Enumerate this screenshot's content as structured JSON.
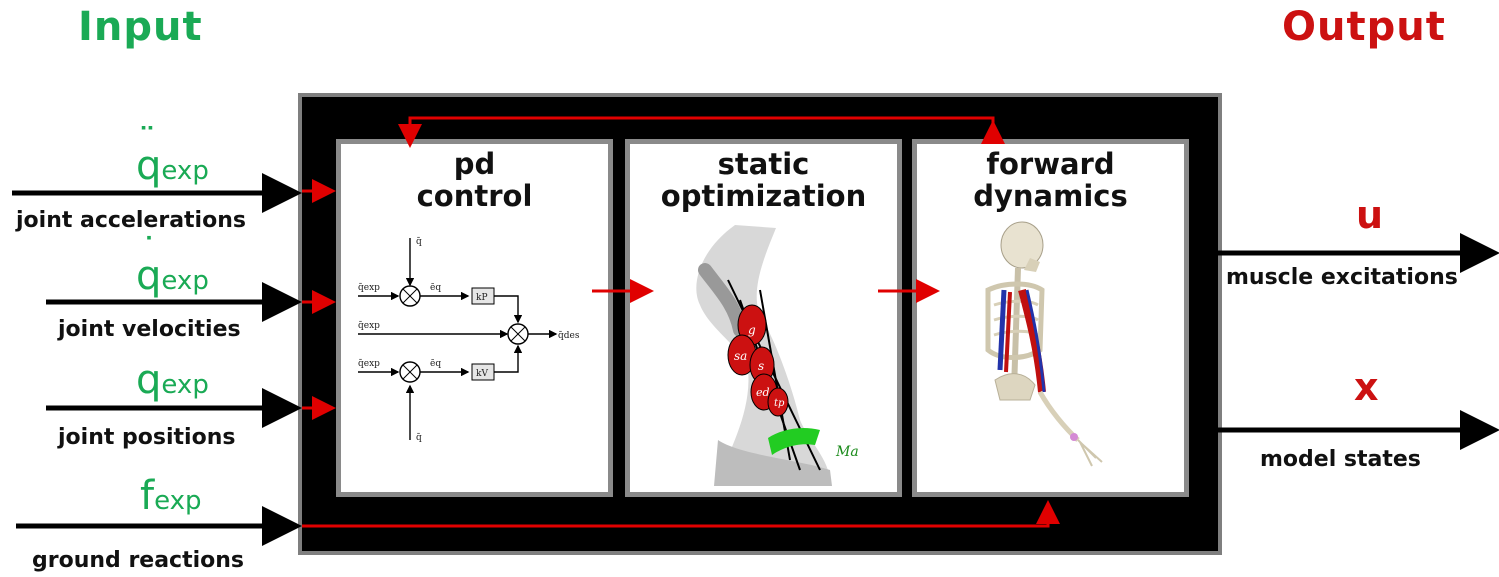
{
  "header": {
    "input": "Input",
    "output": "Output"
  },
  "inputs": [
    {
      "symbol": "q",
      "accent": "¨",
      "sub": "exp",
      "label": "joint accelerations"
    },
    {
      "symbol": "q",
      "accent": "˙",
      "sub": "exp",
      "label": "joint velocities"
    },
    {
      "symbol": "q",
      "accent": "",
      "sub": "exp",
      "label": "joint positions"
    },
    {
      "symbol": "f",
      "accent": "",
      "sub": "exp",
      "label": "ground reactions"
    }
  ],
  "outputs": [
    {
      "symbol": "u",
      "label": "muscle excitations"
    },
    {
      "symbol": "x",
      "label": "model states"
    }
  ],
  "blocks": [
    {
      "title_line1": "pd",
      "title_line2": "control"
    },
    {
      "title_line1": "static",
      "title_line2": "optimization"
    },
    {
      "title_line1": "forward",
      "title_line2": "dynamics"
    }
  ],
  "pd_diagram": {
    "q_top": "q̄",
    "q_exp": "q̄exp",
    "qd_exp": "q̄exp",
    "qdd_exp": "q̄exp",
    "e_q": "ēq",
    "e_qd": "ēq",
    "kp": "kP",
    "kv": "kV",
    "q_des": "q̄des",
    "q_bottom": "q̄"
  },
  "leg_diagram": {
    "muscles": [
      "g",
      "sa",
      "s",
      "ed",
      "tp"
    ],
    "moment_label": "Ma"
  },
  "colors": {
    "input": "#1aaa55",
    "output": "#cc1111",
    "arrow_red": "#e00000"
  }
}
